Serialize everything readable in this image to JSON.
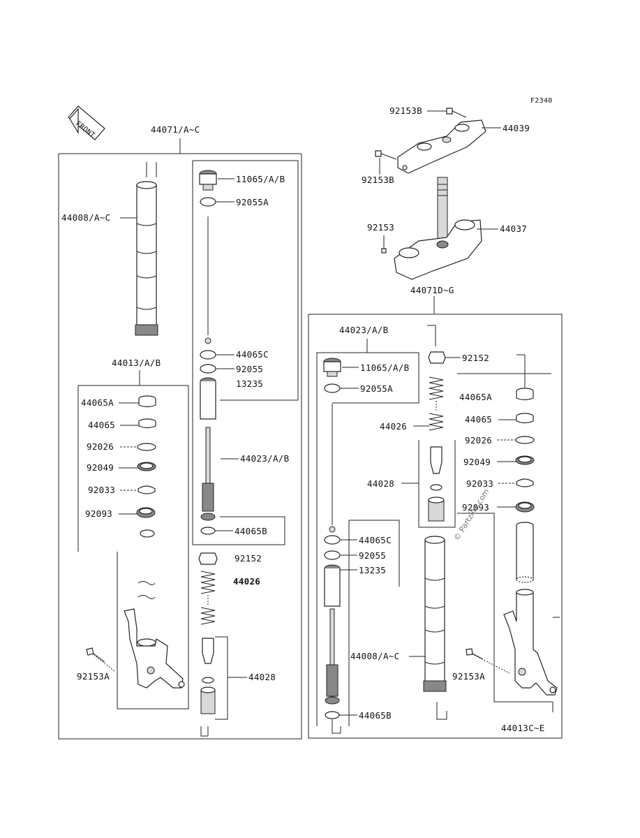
{
  "figure_code": "F2340",
  "front_label": "FRONT",
  "watermark": "© Partzilla.com",
  "footer_text": "",
  "labels": {
    "l44071AC": "44071/A~C",
    "l44008AC_left": "44008/A~C",
    "l11065AB_left": "11065/A/B",
    "l92055A_left": "92055A",
    "l44065C_left": "44065C",
    "l92055_left": "92055",
    "l13235_left": "13235",
    "l44023AB_left": "44023/A/B",
    "l44065B_left": "44065B",
    "l92152_left": "92152",
    "l44026_left": "44026",
    "l44028_left": "44028",
    "l44013AB": "44013/A/B",
    "l44065A_left": "44065A",
    "l44065_left": "44065",
    "l92026_left": "92026",
    "l92049_left": "92049",
    "l92033_left": "92033",
    "l92093_left": "92093",
    "l92153A_left": "92153A",
    "l92153B_top": "92153B",
    "l44039": "44039",
    "l92153B_mid": "92153B",
    "l92153": "92153",
    "l44037": "44037",
    "l44071DG": "44071D~G",
    "l44023AB_right": "44023/A/B",
    "l92152_right": "92152",
    "l11065AB_right": "11065/A/B",
    "l92055A_right": "92055A",
    "l44065A_right": "44065A",
    "l44026_right": "44026",
    "l44065_right": "44065",
    "l92026_right": "92026",
    "l44028_right": "44028",
    "l92049_right": "92049",
    "l92033_right": "92033",
    "l92093_right": "92093",
    "l44065C_right": "44065C",
    "l92055_right": "92055",
    "l13235_right": "13235",
    "l44008AC_right": "44008/A~C",
    "l92153A_right": "92153A",
    "l44065B_right": "44065B",
    "l44013CE": "44013C~E"
  }
}
